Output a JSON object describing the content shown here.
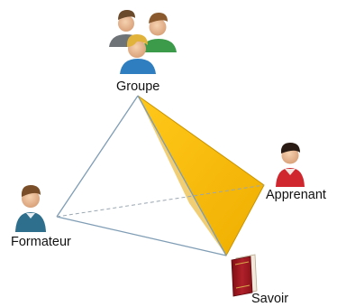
{
  "diagram": {
    "nodes": {
      "groupe": {
        "label": "Groupe",
        "icon": "group-users-icon"
      },
      "apprenant": {
        "label": "Apprenant",
        "icon": "learner-icon"
      },
      "formateur": {
        "label": "Formateur",
        "icon": "trainer-icon"
      },
      "savoir": {
        "label": "Savoir",
        "icon": "book-icon"
      }
    },
    "colors": {
      "highlight_face": "#F5B800",
      "highlight_edge": "#C89200",
      "edge": "#7F9DB5",
      "hidden_edge": "#9AA6B0"
    }
  }
}
